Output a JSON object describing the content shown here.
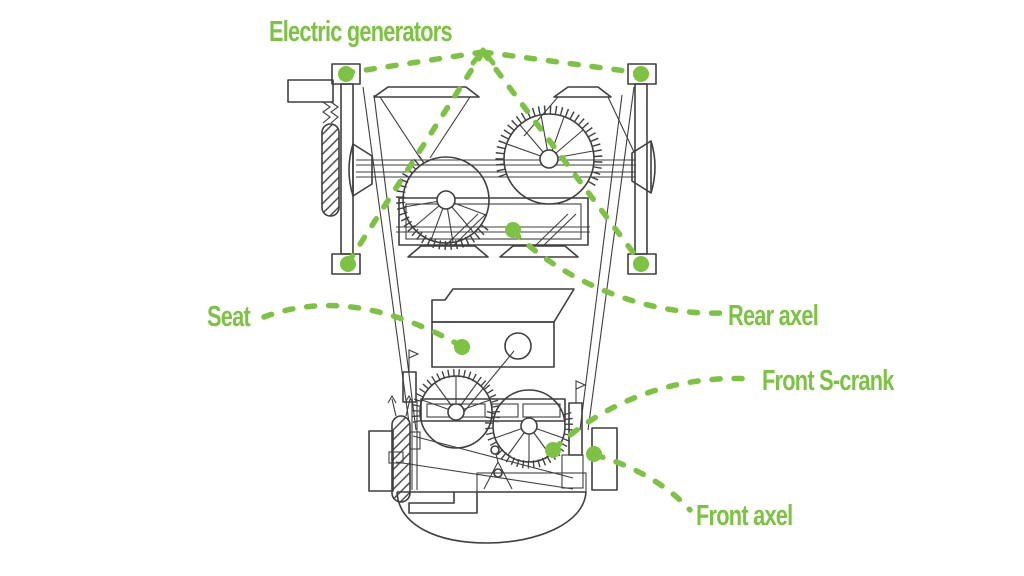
{
  "colors": {
    "green": "#7dc242",
    "ink": "#3f3f3f",
    "background": "#ffffff"
  },
  "labels": {
    "electric_generators": "Electric generators",
    "seat": "Seat",
    "rear_axel": "Rear axel",
    "front_s_crank": "Front S-crank",
    "front_axel": "Front axel"
  }
}
